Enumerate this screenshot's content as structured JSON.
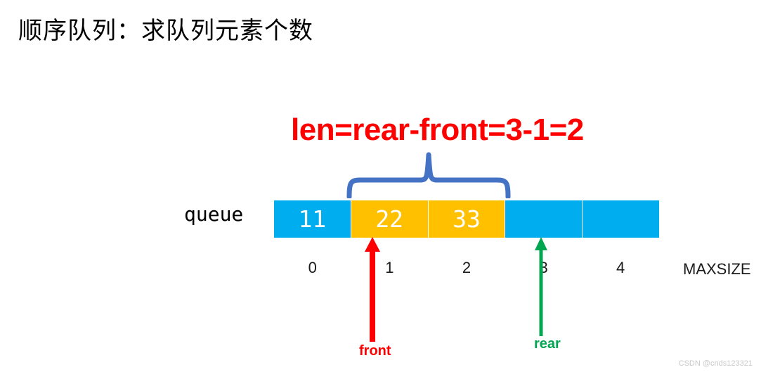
{
  "title": "顺序队列：求队列元素个数",
  "formula": {
    "text": "len=rear-front=3-1=2",
    "color": "#FF0000"
  },
  "brace": {
    "color": "#4472C4",
    "spans_indices": [
      1,
      2
    ]
  },
  "array": {
    "label": "queue",
    "colors": {
      "filled": "#FFC000",
      "empty": "#00AEEF",
      "value_text": "#FFFFFF"
    },
    "cells": [
      {
        "index": "0",
        "value": "11",
        "state": "blue"
      },
      {
        "index": "1",
        "value": "22",
        "state": "orange"
      },
      {
        "index": "2",
        "value": "33",
        "state": "orange"
      },
      {
        "index": "3",
        "value": "",
        "state": "blue"
      },
      {
        "index": "4",
        "value": "",
        "state": "blue"
      }
    ],
    "max_label": "MAXSIZE"
  },
  "pointers": [
    {
      "name": "front",
      "label": "front",
      "index": "1",
      "color": "#FF0000"
    },
    {
      "name": "rear",
      "label": "rear",
      "index": "3",
      "color": "#00A650"
    }
  ],
  "watermark": "CSDN @cnds123321"
}
